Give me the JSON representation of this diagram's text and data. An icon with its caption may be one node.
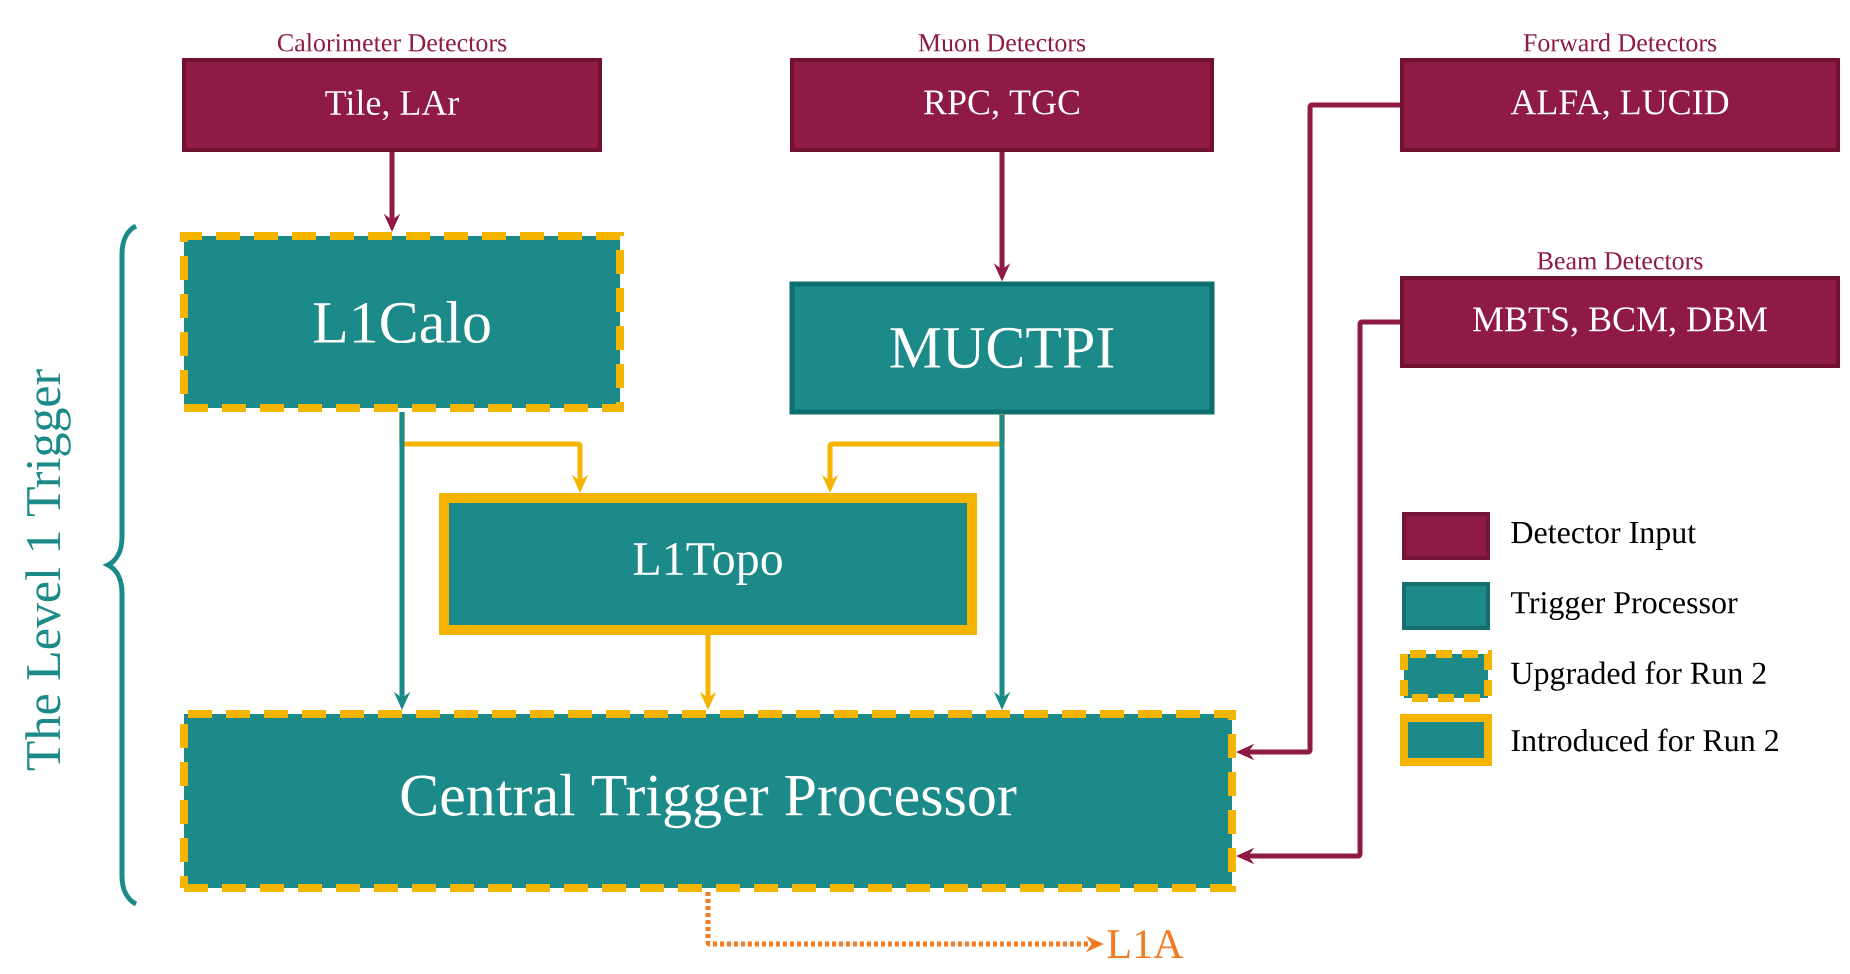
{
  "diagram": {
    "nodes": [
      {
        "text": [
          "Calorimeter Detectors",
          "Tile, LAr"
        ]
      },
      {
        "text": [
          "Muon Detectors",
          "RPC, TGC"
        ]
      },
      {
        "text": [
          "Forward Detectors",
          "ALFA, LUCID"
        ]
      },
      {
        "text": [
          "Beam Detectors",
          "MBTS, BCM, DBM"
        ]
      },
      {
        "text": [
          "L1Calo"
        ]
      },
      {
        "text": [
          "MUCTPI"
        ]
      },
      {
        "text": [
          "L1Topo"
        ]
      },
      {
        "text": [
          "Central Trigger Processor"
        ]
      },
      {
        "text": [
          "L1A"
        ]
      }
    ],
    "edges": [
      {
        "from": 0,
        "to": 4,
        "arrow": "to"
      },
      {
        "from": 1,
        "to": 5,
        "arrow": "to"
      },
      {
        "from": 4,
        "to": 6,
        "arrow": "to",
        "color": "#f5b400"
      },
      {
        "from": 5,
        "to": 6,
        "arrow": "to",
        "color": "#f5b400"
      },
      {
        "from": 4,
        "to": 7,
        "arrow": "to",
        "color": "#1b8a88"
      },
      {
        "from": 5,
        "to": 7,
        "arrow": "to",
        "color": "#1b8a88"
      },
      {
        "from": 6,
        "to": 7,
        "arrow": "to",
        "color": "#f5b400"
      },
      {
        "from": 2,
        "to": 7,
        "arrow": "to"
      },
      {
        "from": 3,
        "to": 7,
        "arrow": "to"
      },
      {
        "from": 7,
        "to": 8,
        "arrow": "to",
        "style": "dashed",
        "color": "#f47b20"
      }
    ],
    "labels": [
      "The Level 1 Trigger"
    ],
    "legend": [
      {
        "text": "Detector Input",
        "color": "#8e1a45"
      },
      {
        "text": "Trigger Processor",
        "color": "#1b8a88"
      },
      {
        "text": "Upgraded for Run 2"
      },
      {
        "text": "Introduced for Run 2"
      }
    ]
  }
}
